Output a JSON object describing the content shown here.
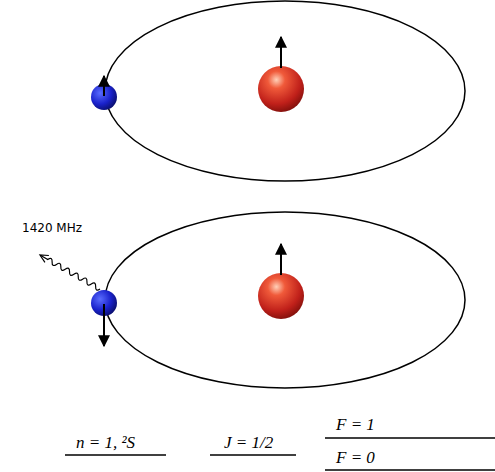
{
  "diagram": {
    "labels": [
      "1420 MHz",
      "n = 1, ²S",
      "J = 1/2",
      "F = 1",
      "F = 0"
    ]
  }
}
